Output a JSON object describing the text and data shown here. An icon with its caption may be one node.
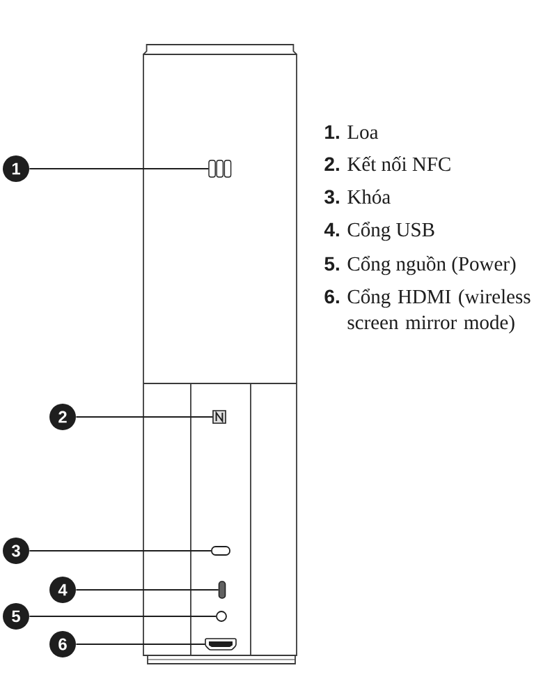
{
  "diagram": {
    "nodes": [
      {
        "text": [
          "1"
        ]
      },
      {
        "text": [],
        "shape": "picture"
      },
      {
        "text": [
          "2"
        ]
      },
      {
        "text": [],
        "shape": "picture"
      },
      {
        "text": [
          "3"
        ]
      },
      {
        "text": [],
        "shape": "box"
      },
      {
        "text": [
          "4"
        ]
      },
      {
        "text": [],
        "shape": "bar"
      },
      {
        "text": [
          "5"
        ]
      },
      {
        "text": [],
        "shape": "circle"
      },
      {
        "text": [
          "6"
        ]
      },
      {
        "text": [],
        "shape": "picture"
      }
    ],
    "edges": [
      {
        "from": 0,
        "to": 1,
        "arrow": "none"
      },
      {
        "from": 2,
        "to": 3,
        "arrow": "none"
      },
      {
        "from": 4,
        "to": 5,
        "arrow": "none"
      },
      {
        "from": 6,
        "to": 7,
        "arrow": "none"
      },
      {
        "from": 8,
        "to": 9,
        "arrow": "none"
      },
      {
        "from": 10,
        "to": 11,
        "arrow": "none"
      }
    ],
    "labels": [
      "1.",
      "Loa",
      "2.",
      "Kết nối NFC",
      "3.",
      "Khóa",
      "4.",
      "Cổng USB",
      "5.",
      "Cổng nguồn (Power)",
      "6.",
      "Cổng HDMI (wireless screen mirror mode)"
    ]
  }
}
